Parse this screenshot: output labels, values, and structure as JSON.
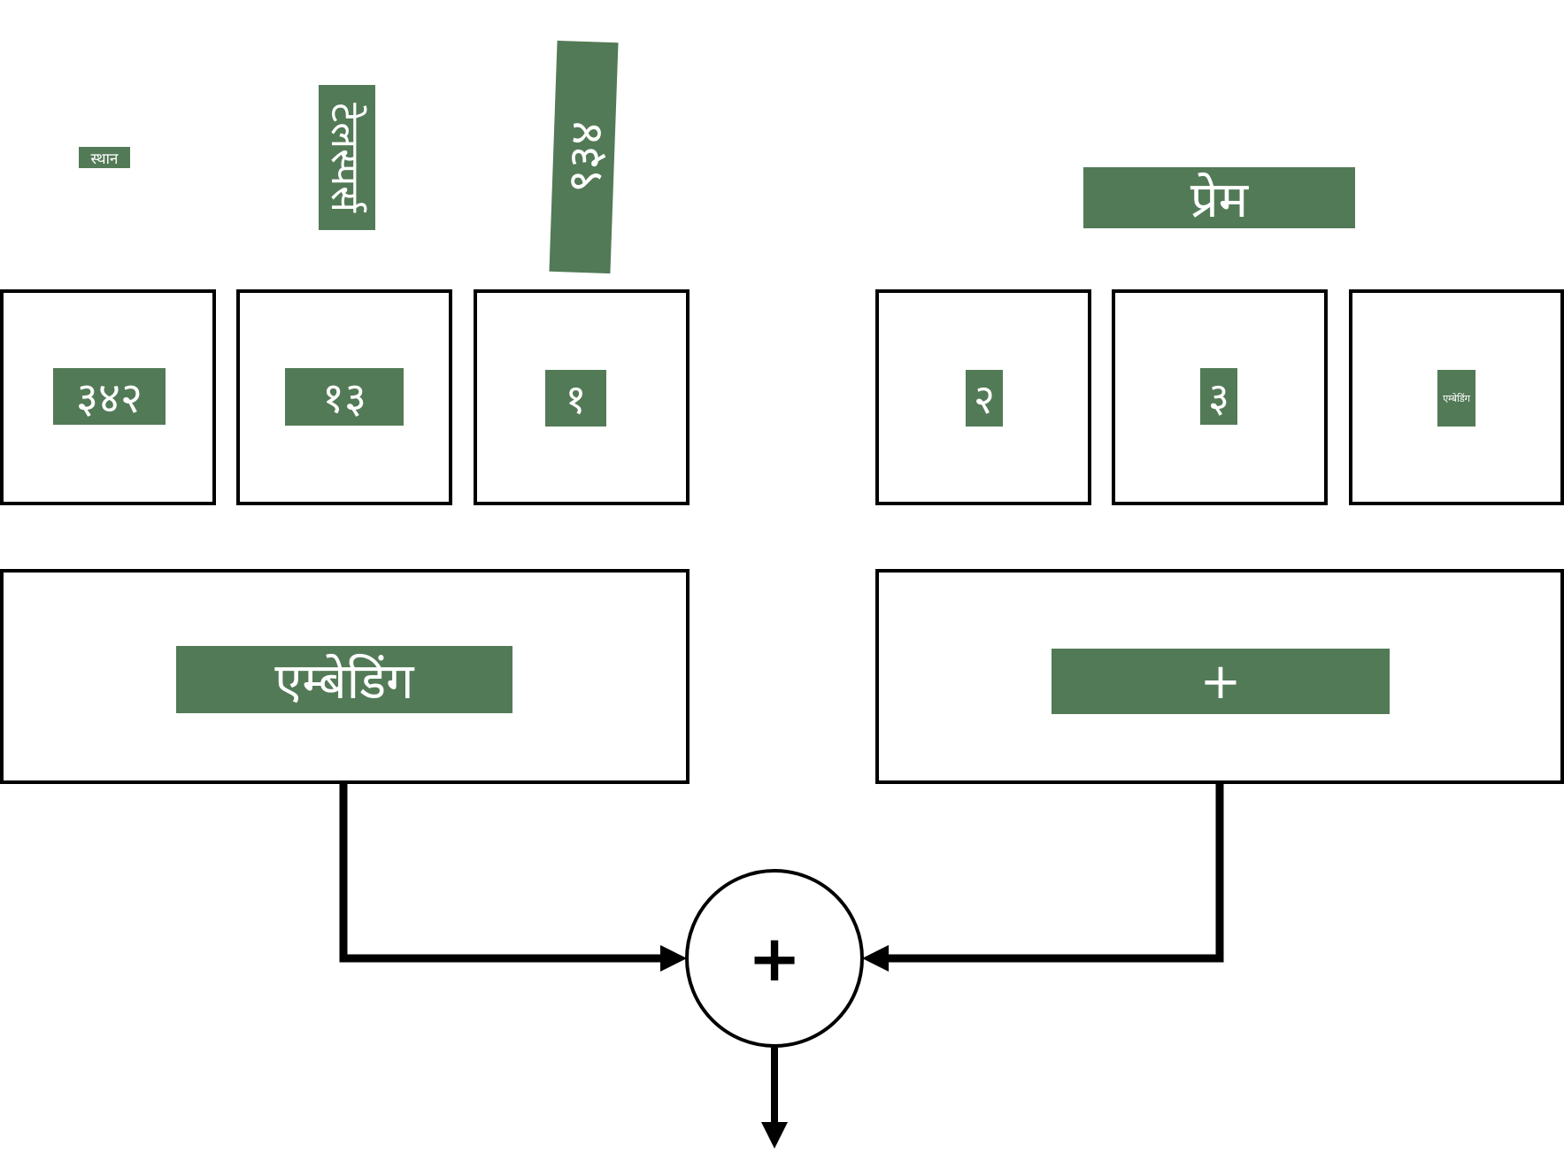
{
  "top_labels": {
    "sthan": "स्थान",
    "vertical_1": "टेलस्पर्स",
    "vertical_2": "९३४",
    "prem": "प्रेम"
  },
  "left_tokens": [
    "३४२",
    "१३",
    "१"
  ],
  "right_tokens": [
    "२",
    "३",
    "एम्बेडिंग"
  ],
  "left_block": {
    "label": "एम्बेडिंग"
  },
  "right_block": {
    "label": "+"
  },
  "sum_node": {
    "symbol": "+"
  },
  "colors": {
    "label_fill": "#527a56",
    "stroke": "#000000",
    "label_text": "#ffffff"
  }
}
